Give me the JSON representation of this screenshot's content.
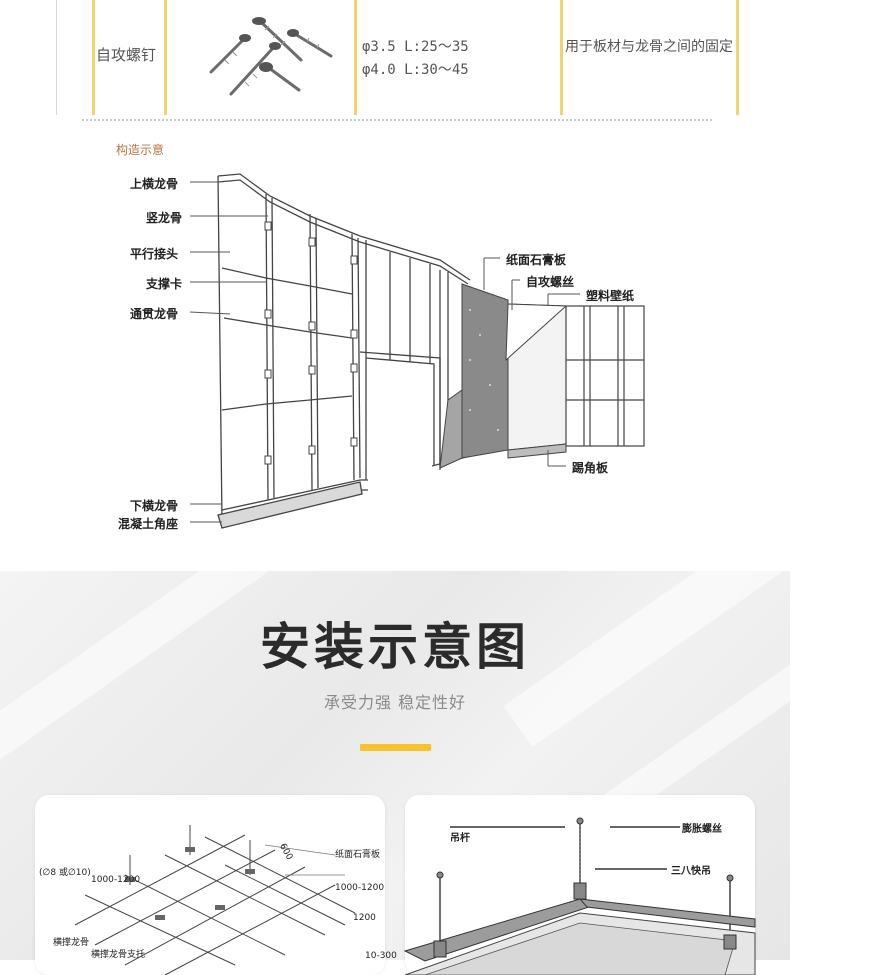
{
  "spec_table": {
    "name": "自攻螺钉",
    "spec_line1": "φ3.5  L:25～35",
    "spec_line2": "φ4.0  L:30～45",
    "usage": "用于板材与龙骨之间的固定"
  },
  "structure_diagram": {
    "title": "构造示意",
    "labels_left": [
      "上横龙骨",
      "竖龙骨",
      "平行接头",
      "支撑卡",
      "通贯龙骨",
      "下横龙骨",
      "混凝土角座"
    ],
    "labels_right": [
      "纸面石膏板",
      "自攻螺丝",
      "塑料壁纸",
      "踢角板"
    ]
  },
  "install": {
    "title": "安装示意图",
    "subtitle": "承受力强  稳定性好",
    "accent_color": "#f6c22e",
    "left_card_labels": [
      "纸面石膏板",
      "600",
      "1000-1200",
      "1000-1200",
      "(∅8 或∅10)",
      "横撑龙骨",
      "横撑龙骨支托",
      "1200",
      "10-300"
    ],
    "right_card_labels": [
      "吊杆",
      "膨胀螺丝",
      "三八快吊"
    ]
  }
}
